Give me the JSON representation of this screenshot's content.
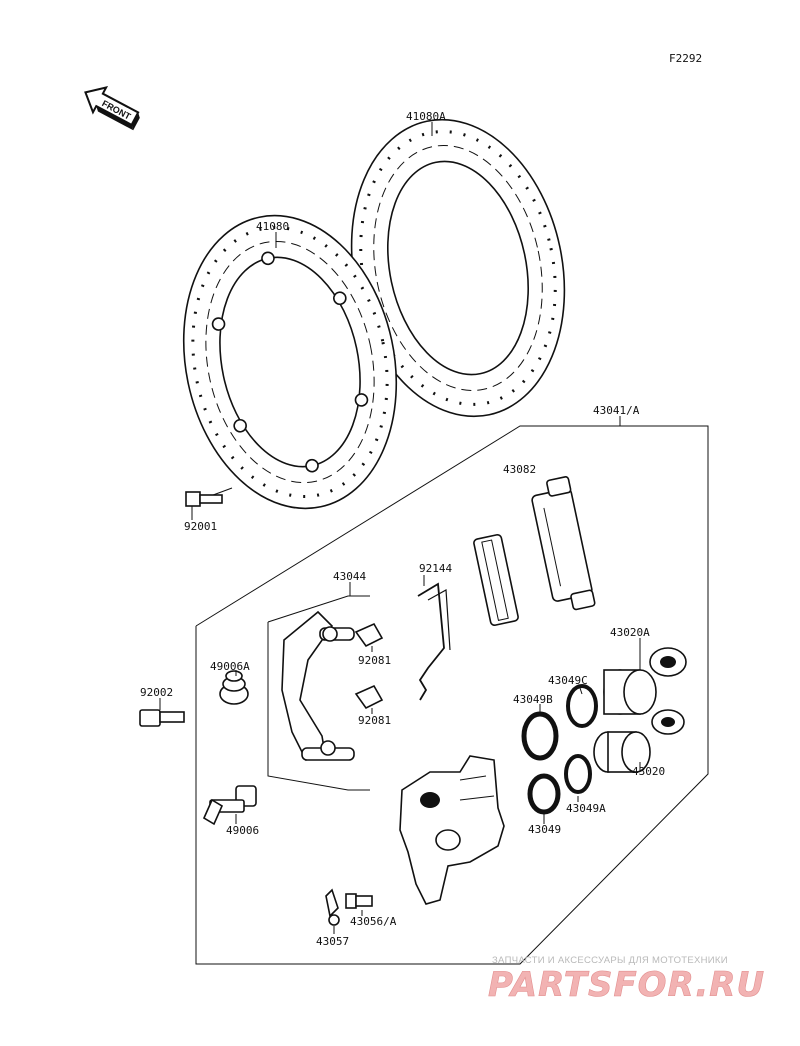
{
  "figure_code": "F2292",
  "front_arrow_label": "FRONT",
  "labels": {
    "disc_right": "41080A",
    "disc_left": "41080",
    "disc_bolt": "92001",
    "caliper_assembly": "43041/A",
    "pads": "43082",
    "pad_spring": "92144",
    "bracket": "43044",
    "boot_1": "49006A",
    "pin_bolt": "92002",
    "clip_1": "92081",
    "clip_2": "92081",
    "pin": "49006",
    "piston_a": "43020A",
    "seal_c": "43049C",
    "seal_b": "43049B",
    "piston": "43020",
    "seal_a": "43049A",
    "seal": "43049",
    "bleeder": "43056/A",
    "bleeder_cap": "43057"
  },
  "watermark": {
    "tagline": "ЗАПЧАСТИ И АКСЕССУАРЫ ДЛЯ МОТОТЕХНИКИ",
    "brand": "PARTSFOR.RU"
  }
}
